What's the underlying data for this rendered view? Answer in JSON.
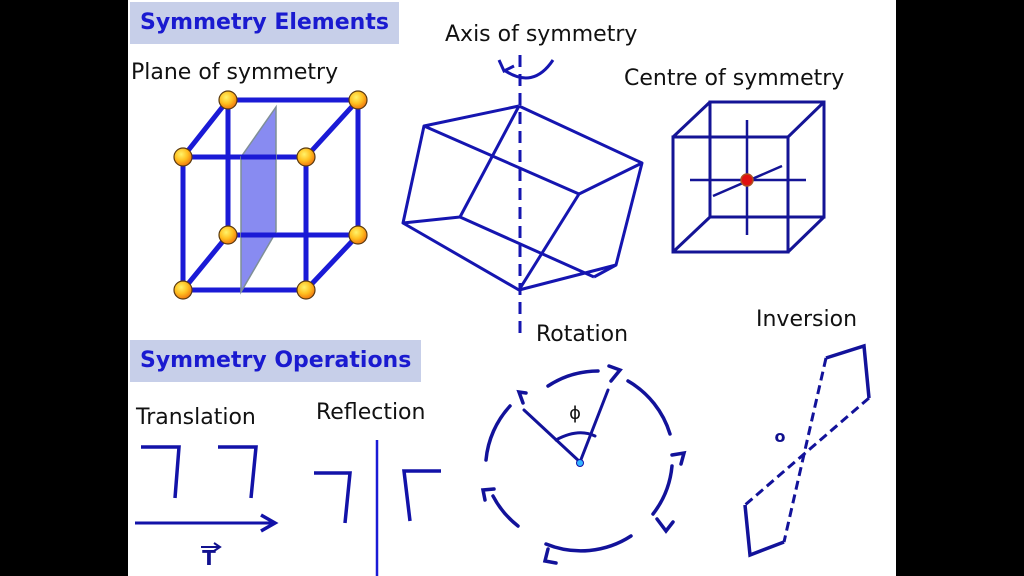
{
  "slide": {
    "sections": {
      "elements_title": "Symmetry Elements",
      "operations_title": "Symmetry Operations"
    },
    "elements": {
      "plane": "Plane of symmetry",
      "axis": "Axis of symmetry",
      "centre": "Centre of symmetry"
    },
    "operations": {
      "translation": "Translation",
      "translation_vector": "T",
      "reflection": "Reflection",
      "rotation": "Rotation",
      "rotation_angle": "ϕ",
      "inversion": "Inversion",
      "inversion_point": "o"
    },
    "colors": {
      "banner_bg": "#c7cfe9",
      "banner_text": "#1a1ad0",
      "line_blue": "#1515b0",
      "dark_blue": "#11118f",
      "plane_fill": "#7b7ef0",
      "atom_yellow": "#ffd23a",
      "center_red": "#e01010",
      "rotation_center": "#35b6ff"
    }
  }
}
